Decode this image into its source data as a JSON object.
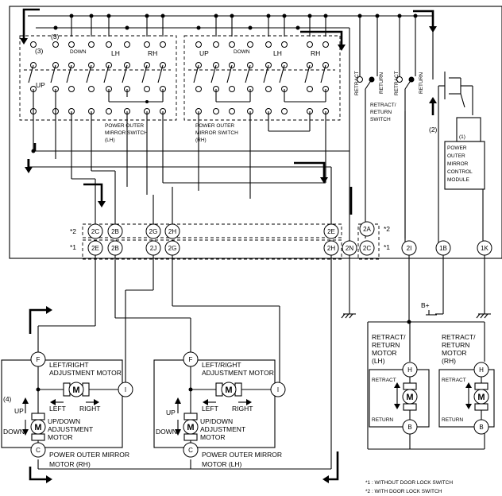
{
  "switches": {
    "lh_label": "POWER OUTER MIRROR SWITCH (LH)",
    "lh_lines": [
      "POWER OUTER",
      "MIRROR SWITCH",
      "(LH)"
    ],
    "rh_lines": [
      "POWER OUTER",
      "MIRROR SWITCH",
      "(RH)"
    ],
    "up": "UP",
    "down": "DOWN",
    "lh": "LH",
    "rh": "RH",
    "callout3": "(3)"
  },
  "retract_switch": {
    "retract": "RETRACT",
    "return": "RETURN",
    "lines": [
      "RETRACT/",
      "RETURN",
      "SWITCH"
    ]
  },
  "module": {
    "lines": [
      "POWER",
      "OUTER",
      "MIRROR",
      "CONTROL",
      "MODULE"
    ],
    "callout1": "(1)",
    "callout2": "(2)"
  },
  "connector": {
    "row_star2": "*2",
    "row_star1": "*1",
    "pins_top": [
      "2C",
      "2B",
      "2G",
      "2H",
      "2E",
      "2A"
    ],
    "pins_bottom": [
      "2E",
      "2B",
      "2J",
      "2G",
      "2H",
      "2N",
      "2C",
      "2I",
      "1B",
      "1K"
    ]
  },
  "motor_rh": {
    "terminals": [
      "F",
      "I",
      "C"
    ],
    "lr_label": [
      "LEFT/RIGHT",
      "ADJUSTMENT MOTOR"
    ],
    "ud_label": [
      "UP/DOWN",
      "ADJUSTMENT",
      "MOTOR"
    ],
    "left": "LEFT",
    "right": "RIGHT",
    "up": "UP",
    "down": "DOWN",
    "motor": "M",
    "title": [
      "POWER OUTER MIRROR",
      "MOTOR (RH)"
    ],
    "callout4": "(4)"
  },
  "motor_lh": {
    "terminals": [
      "F",
      "I",
      "C"
    ],
    "lr_label": [
      "LEFT/RIGHT",
      "ADJUSTMENT MOTOR"
    ],
    "ud_label": [
      "UP/DOWN",
      "ADJUSTMENT",
      "MOTOR"
    ],
    "left": "LEFT",
    "right": "RIGHT",
    "up": "UP",
    "down": "DOWN",
    "motor": "M",
    "title": [
      "POWER OUTER MIRROR",
      "MOTOR (LH)"
    ]
  },
  "retract_motor_lh": {
    "label": [
      "RETRACT/",
      "RETURN",
      "MOTOR",
      "(LH)"
    ],
    "retract": "RETRACT",
    "return": "RETURN",
    "terminals": [
      "H",
      "B"
    ],
    "motor": "M"
  },
  "retract_motor_rh": {
    "label": [
      "RETRACT/",
      "RETURN",
      "MOTOR",
      "(RH)"
    ],
    "retract": "RETRACT",
    "return": "RETURN",
    "terminals": [
      "H",
      "B"
    ],
    "motor": "M"
  },
  "power": {
    "bplus": "B+"
  },
  "notes": [
    "*1 : WITHOUT DOOR LOCK SWITCH",
    "*2 : WITH DOOR LOCK SWITCH"
  ]
}
